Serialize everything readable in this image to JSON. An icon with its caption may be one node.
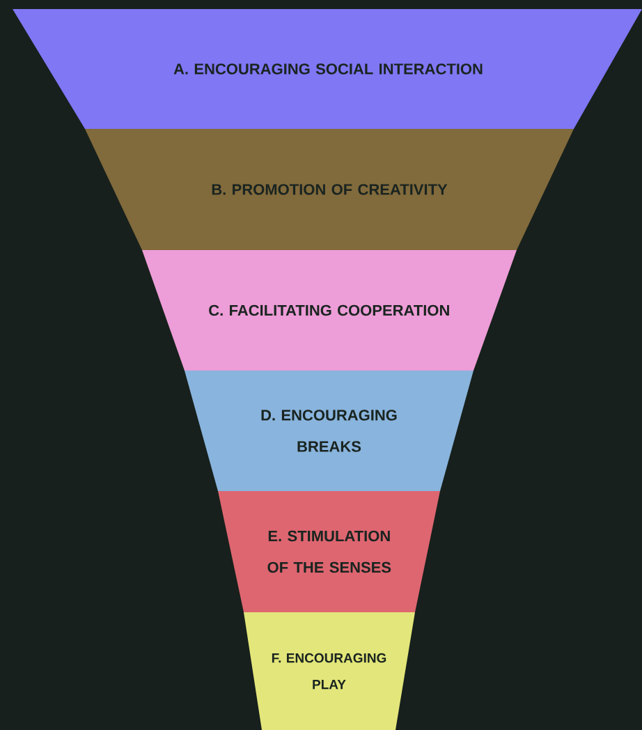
{
  "diagram": {
    "nodes": [
      {
        "text": [
          "A. ENCOURAGING SOCIAL INTERACTION"
        ]
      },
      {
        "text": [
          "B. PROMOTION OF CREATIVITY"
        ]
      },
      {
        "text": [
          "C. FACILITATING COOPERATION"
        ]
      },
      {
        "text": [
          "D. ENCOURAGING BREAKS"
        ]
      },
      {
        "text": [
          "E. STIMULATION OF THE SENSES"
        ]
      },
      {
        "text": [
          "F. ENCOURAGING PLAY"
        ]
      }
    ]
  }
}
